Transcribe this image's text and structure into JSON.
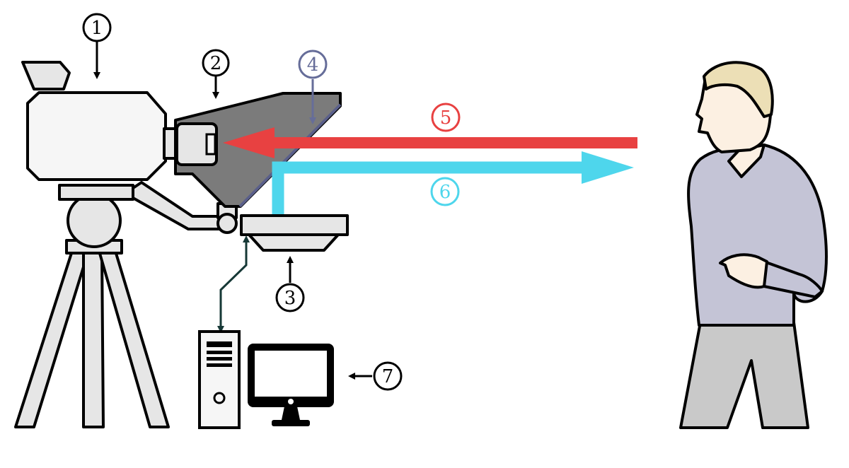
{
  "colors": {
    "outline": "#000000",
    "camera_body": "#f6f6f6",
    "light_gray": "#e6e6e6",
    "hood": "#7b7b7b",
    "glass": "#5a5f8a",
    "label4": "#666d99",
    "arrow5": "#e84141",
    "arrow6": "#4ed6ec",
    "cable": "#163836",
    "sweater": "#c4c4d6",
    "skin": "#fcf0e2",
    "hair": "#ecdfb6",
    "pants": "#c9c9c9"
  },
  "labels": {
    "camera": "1",
    "hood": "2",
    "monitor": "3",
    "glass": "4",
    "reflected": "5",
    "light": "6",
    "computer": "7"
  }
}
